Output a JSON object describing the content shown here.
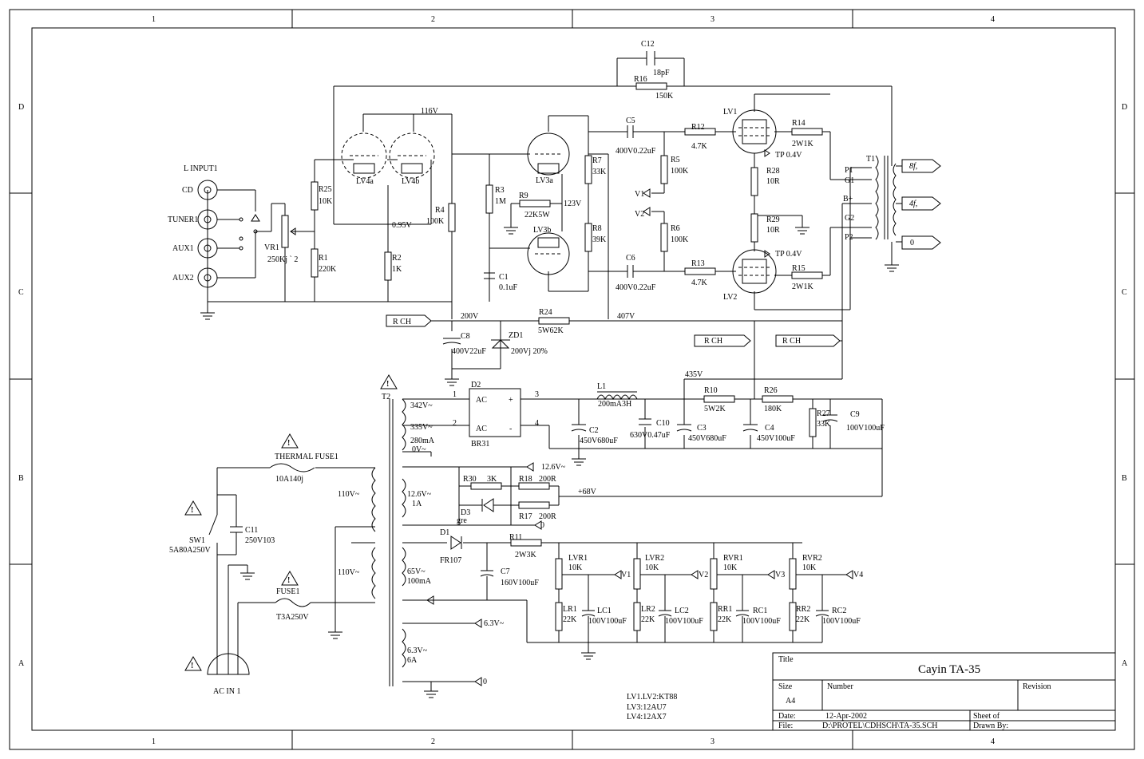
{
  "border": {
    "columns": [
      "1",
      "2",
      "3",
      "4"
    ],
    "rows": [
      "D",
      "C",
      "B",
      "A"
    ]
  },
  "title_block": {
    "title_label": "Title",
    "title": "Cayin  TA-35",
    "size_label": "Size",
    "size": "A4",
    "number_label": "Number",
    "revision_label": "Revision",
    "date_label": "Date:",
    "date": "12-Apr-2002",
    "file_label": "File:",
    "file": "D:\\PROTEL\\CDHSCH\\TA-35.SCH",
    "sheet_label": "Sheet    of",
    "drawn_label": "Drawn By:"
  },
  "notes": [
    "LV1.LV2:KT88",
    "LV3:12AU7",
    "LV4:12AX7"
  ],
  "labels": {
    "c12": "C12",
    "c12v": "18pF",
    "r16": "R16",
    "r16v": "150K",
    "v116": "116V",
    "c5": "C5",
    "c5v": "400V0.22uF",
    "r12": "R12",
    "r12v": "4.7K",
    "lv1": "LV1",
    "r14": "R14",
    "r14v": "2W1K",
    "tp1": "TP 0.4V",
    "t1": "T1",
    "p1": "P1",
    "g1": "G1",
    "bplus": "B+",
    "g2": "G2",
    "p2": "P2",
    "out8": "8f,",
    "out4": "4f,",
    "out0": "0",
    "linput": "L INPUT1",
    "cd": "CD",
    "tuner": "TUNER1",
    "aux1": "AUX1",
    "aux2": "AUX2",
    "vr1": "VR1",
    "vr1v": "250Kj ` 2",
    "r25": "R25",
    "r25v": "10K",
    "r1": "R1",
    "r1v": "220K",
    "lv4a": "LV4a",
    "lv4b": "LV4b",
    "v095": "0.95V",
    "r2": "R2",
    "r2v": "1K",
    "r4": "R4",
    "r4v": "100K",
    "r3": "R3",
    "r3v": "1M",
    "r9": "R9",
    "r9v": "22K5W",
    "v123": "123V",
    "lv3a": "LV3a",
    "lv3b": "LV3b",
    "c1": "C1",
    "c1v": "0.1uF",
    "r7": "R7",
    "r7v": "33K",
    "r8": "R8",
    "r8v": "39K",
    "r5": "R5",
    "r5v": "100K",
    "r6": "R6",
    "r6v": "100K",
    "v1": "V1",
    "v2": "V2",
    "c6": "C6",
    "c6v": "400V0.22uF",
    "r13": "R13",
    "r13v": "4.7K",
    "r28": "R28",
    "r28v": "10R",
    "r29": "R29",
    "r29v": "10R",
    "tp2": "TP 0.4V",
    "lv2": "LV2",
    "r15": "R15",
    "r15v": "2W1K",
    "rch1": "R CH",
    "v200": "200V",
    "r24": "R24",
    "r24v": "5W62K",
    "v407": "407V",
    "c8": "C8",
    "c8v": "400V22uF",
    "zd1": "ZD1",
    "zd1v": "200Vj   20%",
    "rch2": "R CH",
    "rch3": "R CH",
    "v435": "435V",
    "t2": "T2",
    "d2": "D2",
    "ac1": "AC",
    "ac2": "AC",
    "plus": "+",
    "minus": "-",
    "br31": "BR31",
    "p1n": "1",
    "p2n": "2",
    "p3n": "3",
    "p4n": "4",
    "v342": "342V~",
    "v335": "335V~",
    "ma280": "280mA",
    "v0": "0V~",
    "l1": "L1",
    "l1v": "200mA3H",
    "c2": "C2",
    "c2v": "450V680uF",
    "c10": "C10",
    "c10v": "630V0.47uF",
    "r10": "R10",
    "r10v": "5W2K",
    "c3": "C3",
    "c3v": "450V680uF",
    "r26": "R26",
    "r26v": "180K",
    "c4": "C4",
    "c4v": "450V100uF",
    "r27": "R27",
    "r27v": "33K",
    "c9": "C9",
    "c9v": "100V100uF",
    "thermal": "THERMAL FUSE1",
    "thermalv": "10A140j",
    "v110a": "110V~",
    "v110b": "110V~",
    "c11": "C11",
    "c11v": "250V103",
    "sw1": "SW1",
    "sw1v": "5A80A250V",
    "fuse1": "FUSE1",
    "fuse1v": "T3A250V",
    "acin": "AC IN 1",
    "v126": "12.6V~",
    "a1": "1A",
    "v126b": "12.6V~",
    "r30": "R30",
    "r30v": "3K",
    "r18": "R18",
    "r18v": "200R",
    "v68": "+68V",
    "d3": "D3",
    "gre": "gre",
    "r17": "R17",
    "r17v": "200R",
    "zero1": "0",
    "d1": "D1",
    "fr107": "FR107",
    "r11": "R11",
    "r11v": "2W3K",
    "c7": "C7",
    "c7v": "160V100uF",
    "v65": "65V~",
    "ma100": "100mA",
    "lvr1": "LVR1",
    "lvr1v": "10K",
    "lvr2": "LVR2",
    "lvr2v": "10K",
    "rvr1": "RVR1",
    "rvr1v": "10K",
    "rvr2": "RVR2",
    "rvr2v": "10K",
    "ov1": "V1",
    "ov2": "V2",
    "ov3": "V3",
    "ov4": "V4",
    "lr1": "LR1",
    "lr1v": "22K",
    "lc1": "LC1",
    "lc1v": "100V100uF",
    "lr2": "LR2",
    "lr2v": "22K",
    "lc2": "LC2",
    "lc2v": "100V100uF",
    "rr1": "RR1",
    "rr1v": "22K",
    "rc1": "RC1",
    "rc1v": "100V100uF",
    "rr2": "RR2",
    "rr2v": "22K",
    "rc2": "RC2",
    "rc2v": "100V100uF",
    "v63": "6.3V~",
    "v63b": "6.3V~",
    "a6": "6A",
    "zero2": "0"
  }
}
